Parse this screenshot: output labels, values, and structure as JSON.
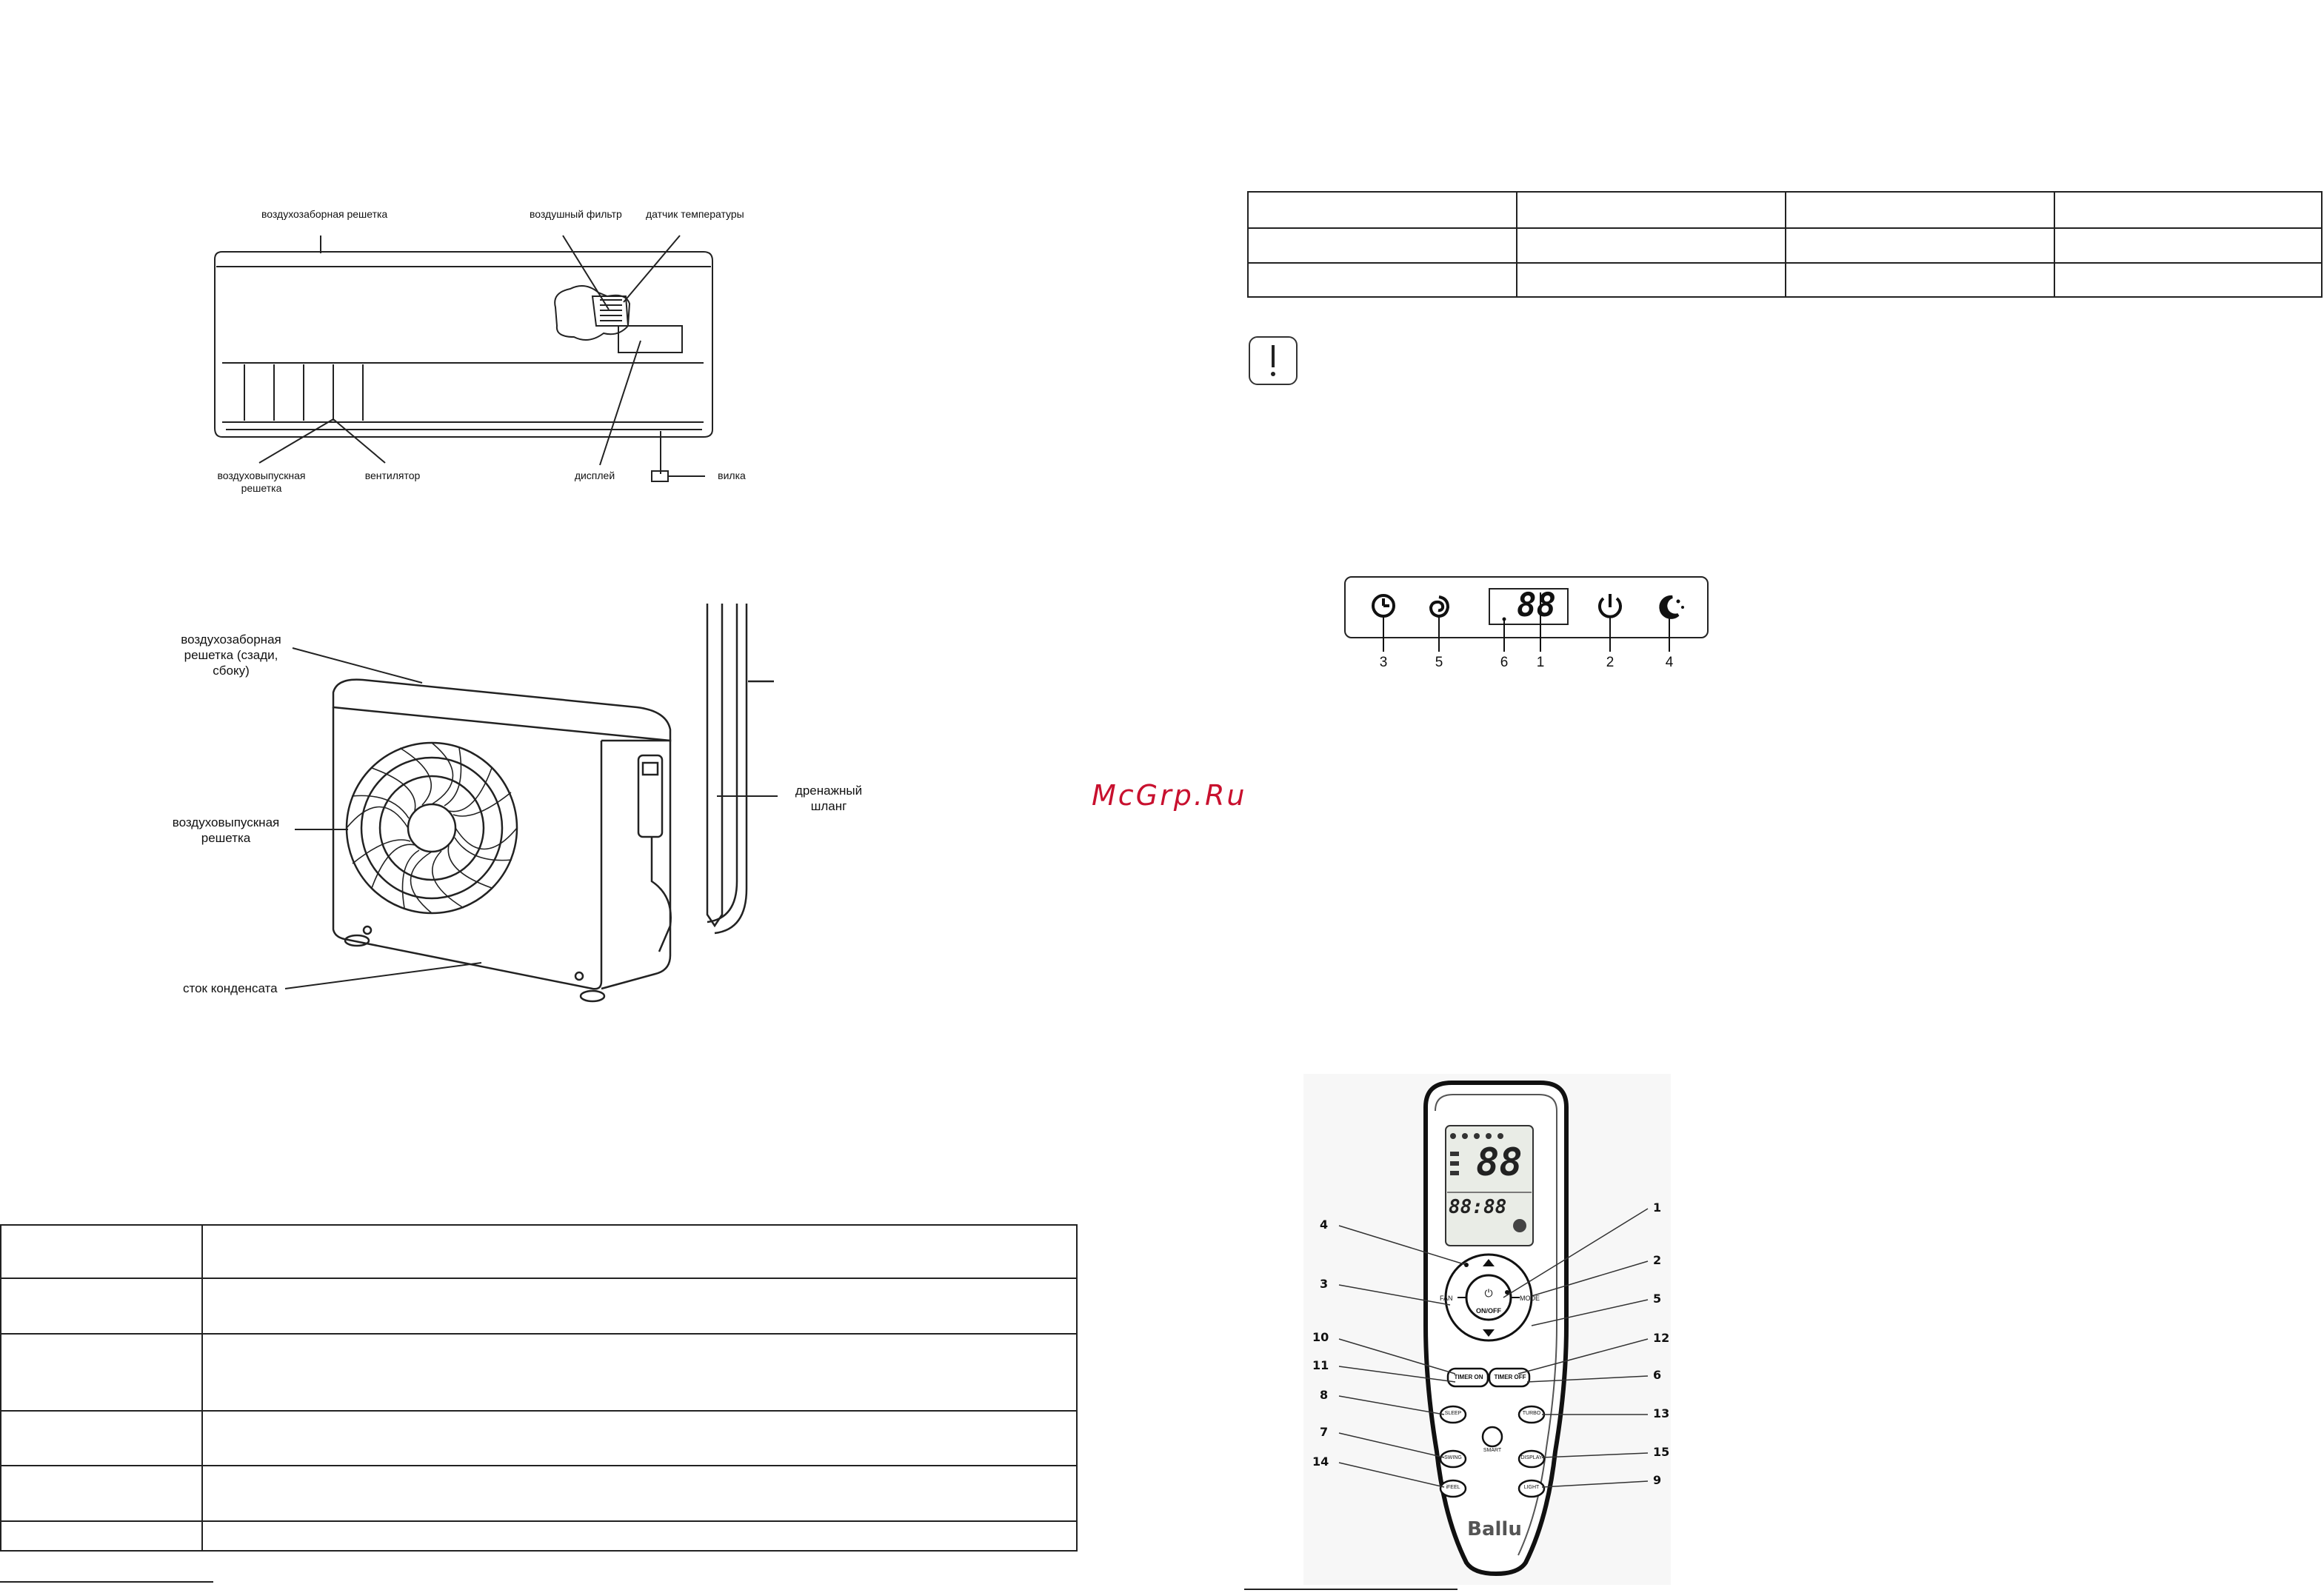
{
  "watermark": "McGrp.Ru",
  "indoor_unit": {
    "labels": {
      "intake_grille": "воздухозаборная решетка",
      "air_filter": "воздушный фильтр",
      "temp_sensor": "датчик температуры",
      "outlet_grille": "воздуховыпускная решетка",
      "fan": "вентилятор",
      "display": "дисплей",
      "plug": "вилка"
    }
  },
  "outdoor_unit": {
    "labels": {
      "intake_grille": "воздухозаборная решетка (сзади, сбоку)",
      "outlet_grille": "воздуховыпускная решетка",
      "drain_hose": "дренажный шланг",
      "condensate_drain": "сток конденсата"
    }
  },
  "display_panel": {
    "digits": "88",
    "callouts": [
      "3",
      "5",
      "6",
      "1",
      "2",
      "4"
    ],
    "icons": [
      "clock-icon",
      "swirl-icon",
      "power-icon",
      "sleep-moon-icon"
    ]
  },
  "remote": {
    "brand": "Ballu",
    "lcd_digits": "88",
    "lcd_time": "88:88",
    "buttons": {
      "on_off": "ON/OFF",
      "fan": "FAN",
      "mode": "MODE",
      "timer_on": "TIMER ON",
      "timer_off": "TIMER OFF",
      "smart": "SMART",
      "sleep": "SLEEP",
      "turbo": "TURBO",
      "swing": "SWING",
      "display": "DISPLAY",
      "light": "LIGHT",
      "ifeel": "iFEEL"
    },
    "callouts_left": [
      "4",
      "3",
      "10",
      "11",
      "8",
      "7",
      "14"
    ],
    "callouts_right": [
      "1",
      "2",
      "5",
      "12",
      "6",
      "13",
      "15",
      "9"
    ]
  }
}
